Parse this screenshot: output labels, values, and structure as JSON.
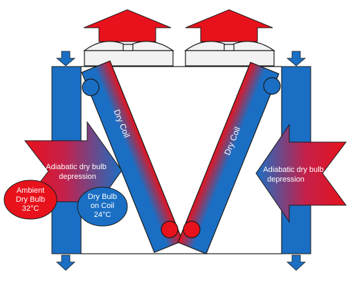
{
  "labels": {
    "left_coil": "Dry Coil",
    "right_coil": "Dry Coil",
    "left_depression_line1": "Adiabatic dry bulb",
    "left_depression_line2": "depression",
    "right_depression_line1": "Adiabatic dry bulb",
    "right_depression_line2": "depression",
    "ambient_line1": "Ambient",
    "ambient_line2": "Dry Bulb",
    "ambient_line3": "32°C",
    "coil_line1": "Dry Bulb",
    "coil_line2": "on Coil",
    "coil_line3": "24°C"
  },
  "colors": {
    "hot": "#e8121c",
    "cold": "#1a6fc4",
    "outline": "#1a1a1a",
    "fan_fill": "#f2f2f2"
  }
}
